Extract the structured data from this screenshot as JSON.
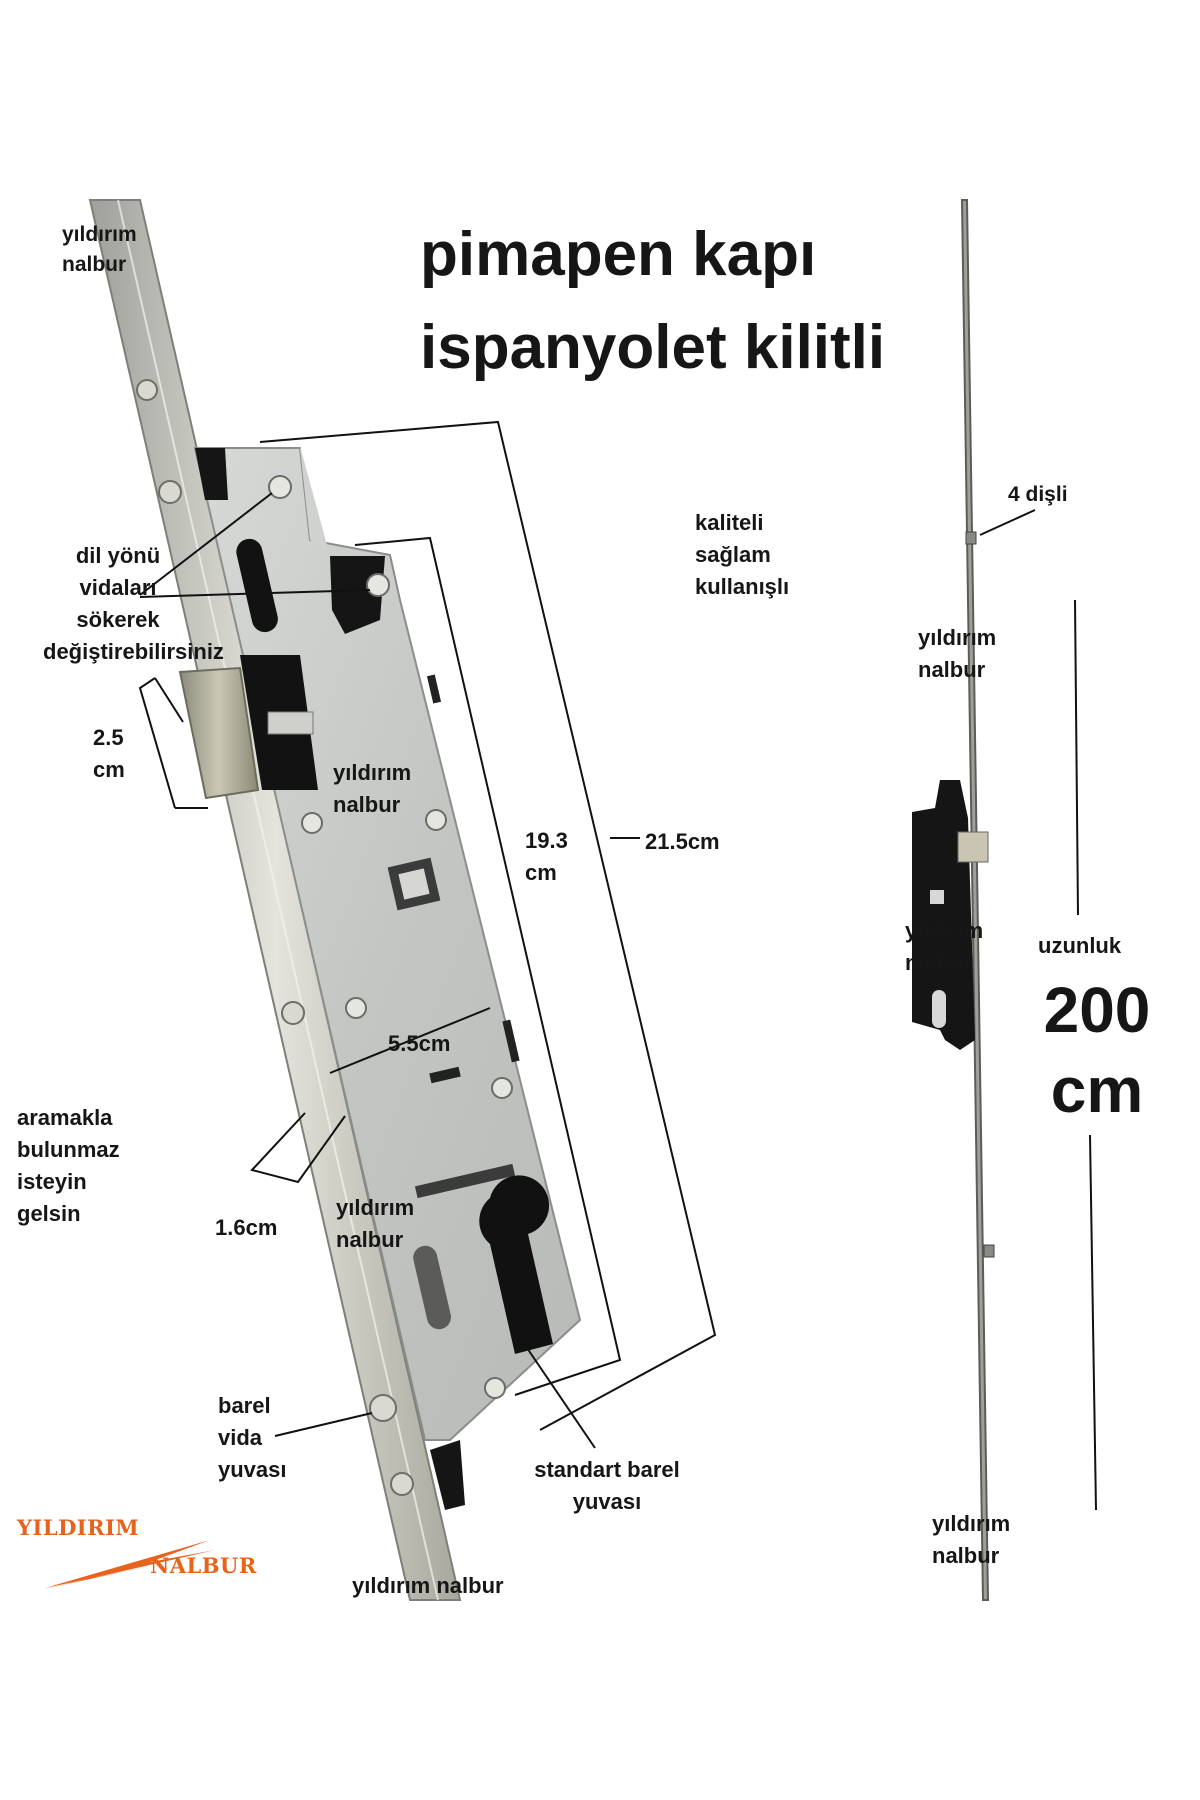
{
  "title": {
    "line1": "pimapen kapı",
    "line2": "ispanyolet kilitli"
  },
  "watermark": "yıldırım nalbur",
  "labels": {
    "top_left_watermark": "yıldırım\nnalbur",
    "screws_note": "dil yönü\nvidaları\nsökerek\ndeğiştirebilirsiniz",
    "latch_width": "2.5\ncm",
    "mid_watermark_1": "yıldırım\nnalbur",
    "inner_height": "19.3\ncm",
    "outer_height": "21.5cm",
    "body_width": "5.5cm",
    "faceplate_width": "1.6cm",
    "search_note": "aramakla\nbulunmaz\nisteyin\ngelsin",
    "mid_watermark_2": "yıldırım\nnalbur",
    "barrel_screw": "barel\nvida\nyuvası",
    "barrel_slot": "standart barel\nyuvası",
    "bottom_watermark": "yıldırım nalbur",
    "quality_note": "kaliteli\nsağlam\nkullanışlı",
    "gear_note": "4 dişli",
    "right_watermark_1": "yıldırım\nnalbur",
    "right_watermark_2": "yıldırım\nnalbur",
    "right_watermark_3": "yıldırım\nnalbur",
    "length_label": "uzunluk",
    "length_value": "200\ncm"
  },
  "logo": {
    "line1": "YILDIRIM",
    "line2": "NALBUR",
    "color": "#e8621c"
  },
  "colors": {
    "steel": "#c9cbc8",
    "steel_dark": "#8f928f",
    "black": "#141414",
    "brass": "#b9b7a4"
  }
}
